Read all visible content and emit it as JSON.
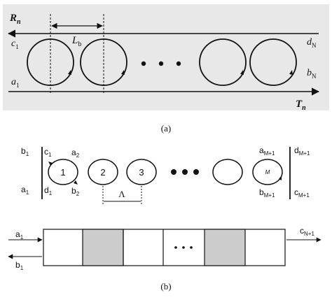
{
  "figure": {
    "panel_a": {
      "caption": "(a)",
      "labels": {
        "R": "R",
        "R_sub": "n",
        "T": "T",
        "T_sub": "n",
        "c1": "c",
        "c1_sub": "1",
        "a1": "a",
        "a1_sub": "1",
        "dN": "d",
        "dN_sub": "N",
        "bN": "b",
        "bN_sub": "N",
        "Lb": "L",
        "Lb_sub": "b"
      },
      "ellipsis": "• • •"
    },
    "panel_b": {
      "caption": "(b)",
      "rings": {
        "r1": "1",
        "r2": "2",
        "r3": "3",
        "rM": "M"
      },
      "labels": {
        "b1": "b",
        "b1_sub": "1",
        "a1": "a",
        "a1_sub": "1",
        "c1": "c",
        "c1_sub": "1",
        "d1": "d",
        "d1_sub": "1",
        "a2": "a",
        "a2_sub": "2",
        "b2": "b",
        "b2_sub": "2",
        "Lambda": "Λ",
        "aM1": "a",
        "aM1_sub": "M+1",
        "dM1": "d",
        "dM1_sub": "M+1",
        "bM1": "b",
        "bM1_sub": "M+1",
        "cM1": "c",
        "cM1_sub": "M+1"
      },
      "ellipsis": "• • •",
      "grating": {
        "a1": "a",
        "a1_sub": "1",
        "b1": "b",
        "b1_sub": "1",
        "cN1": "c",
        "cN1_sub": "N+1",
        "ellipsis": "• • •"
      }
    }
  }
}
